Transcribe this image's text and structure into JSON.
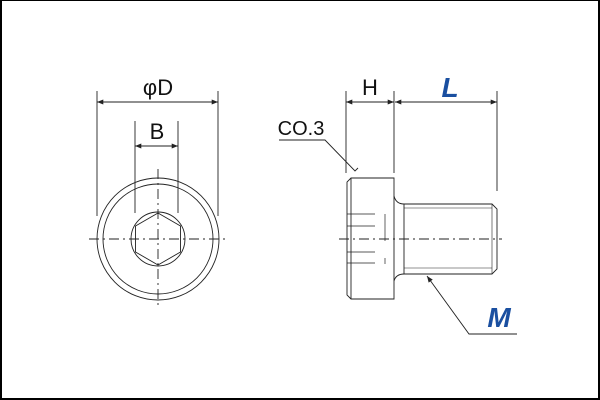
{
  "labels": {
    "diameter": "φD",
    "hex_width": "B",
    "head_height": "H",
    "length": "L",
    "chamfer": "CO.3",
    "thread": "M"
  },
  "colors": {
    "accent": "#1a4fa0",
    "line": "#222222"
  }
}
